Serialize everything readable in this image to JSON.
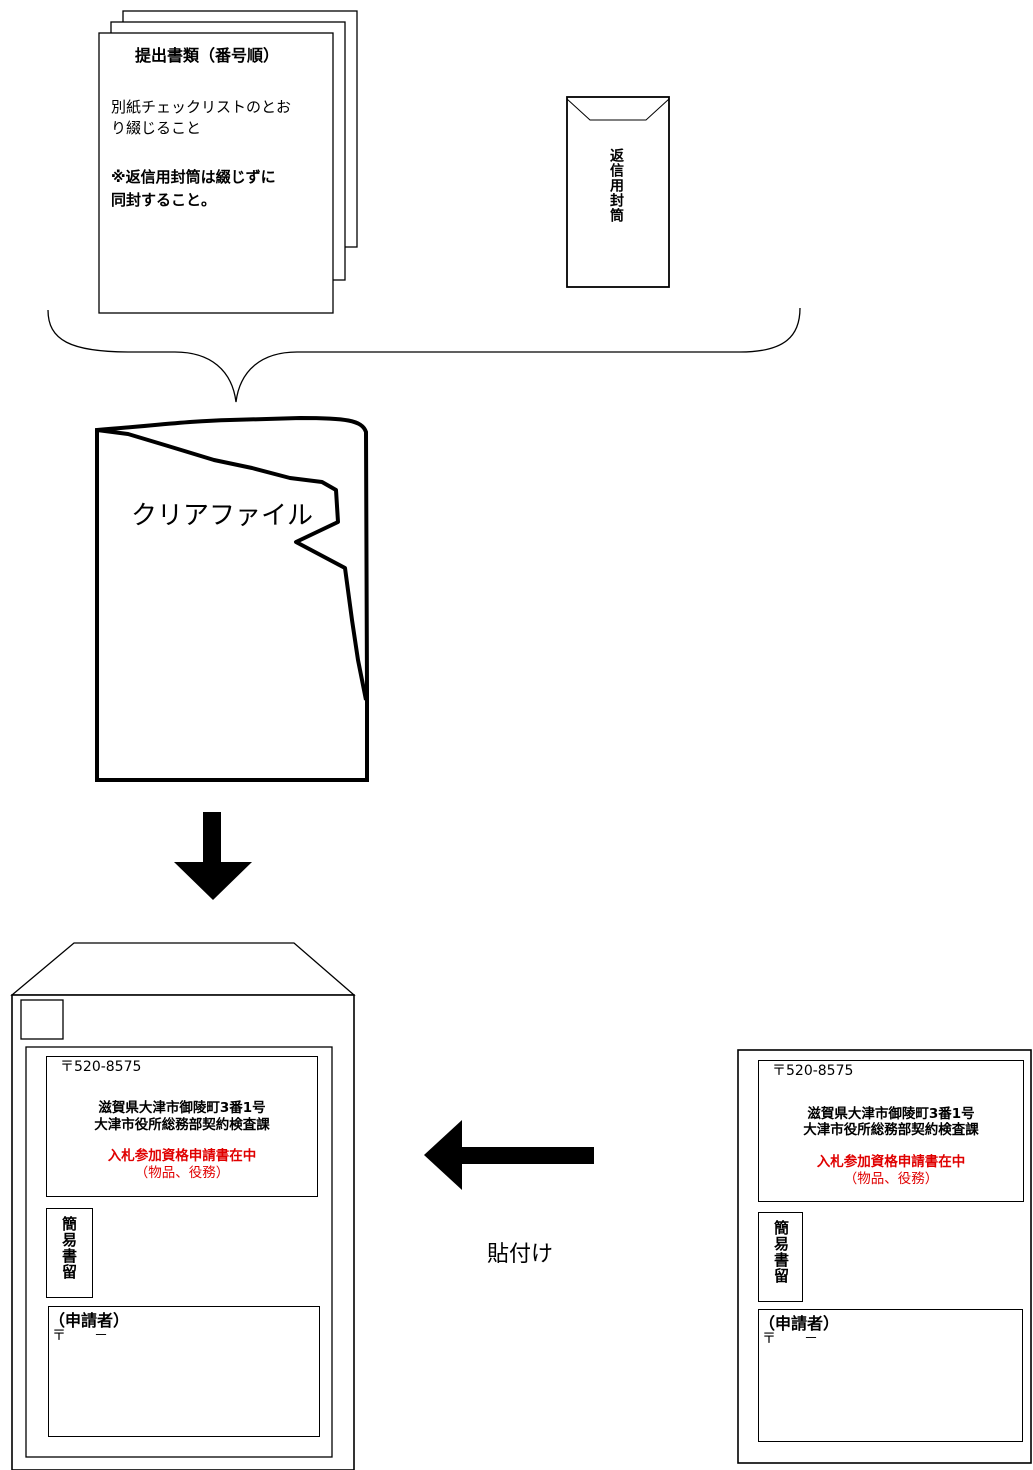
{
  "documents": {
    "title": "提出書類（番号順）",
    "line1": "別紙チェックリストのとお",
    "line2": "り綴じること",
    "note1": "※返信用封筒は綴じずに",
    "note2": "同封すること。"
  },
  "return_envelope": {
    "label": "返信用封筒"
  },
  "clear_file": {
    "label": "クリアファイル"
  },
  "paste_label": "貼付け",
  "address_label": {
    "postal": "〒520-8575",
    "address": "滋賀県大津市御陵町3番1号",
    "department": "大津市役所総務部契約検査課",
    "enclosure": "入札参加資格申請書在中",
    "enclosure_sub": "（物品、役務）",
    "registered_mail": "簡易書留",
    "applicant_header": "（申請者）",
    "applicant_postal": "〒　　－"
  },
  "colors": {
    "enclosure_text": "#e00000"
  }
}
